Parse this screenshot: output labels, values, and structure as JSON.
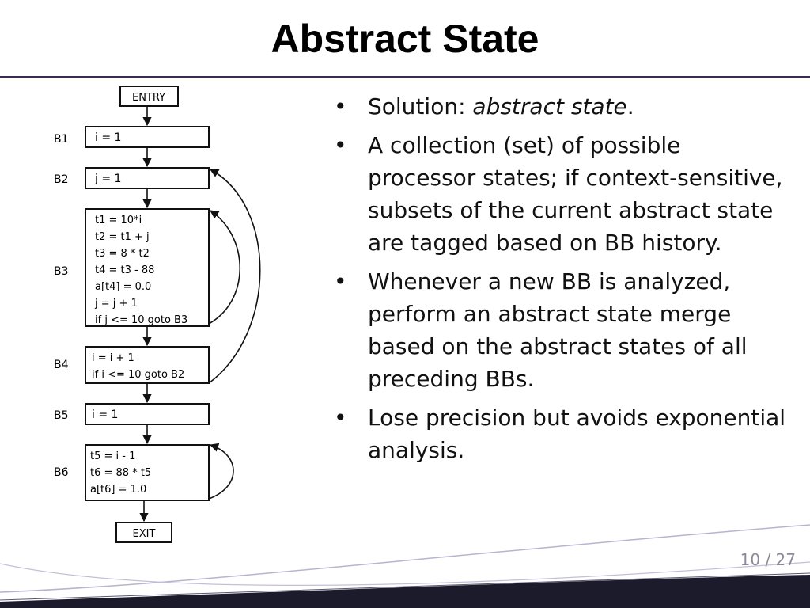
{
  "slide": {
    "title": "Abstract State",
    "page_current": "10",
    "page_sep": "/",
    "page_total": "27"
  },
  "cfg": {
    "entry": "ENTRY",
    "exit": "EXIT",
    "blocks": [
      {
        "label": "B1",
        "lines": [
          "i = 1"
        ]
      },
      {
        "label": "B2",
        "lines": [
          "j = 1"
        ]
      },
      {
        "label": "B3",
        "lines": [
          "t1 = 10*i",
          "t2 = t1 + j",
          "t3 = 8 * t2",
          "t4 = t3 - 88",
          "a[t4] = 0.0",
          "j = j + 1",
          "if j <= 10 goto B3"
        ]
      },
      {
        "label": "B4",
        "lines": [
          "i = i + 1",
          "if i <= 10 goto B2"
        ]
      },
      {
        "label": "B5",
        "lines": [
          "i = 1"
        ]
      },
      {
        "label": "B6",
        "lines": [
          "t5 = i - 1",
          "t6 = 88 * t5",
          "a[t6] = 1.0"
        ]
      }
    ]
  },
  "bullets": {
    "b1_prefix": "Solution: ",
    "b1_em": "abstract state",
    "b1_suffix": ".",
    "b2": "A collection (set) of possible processor states; if context-sensitive, subsets of the current abstract state are tagged based on BB history.",
    "b3": "Whenever a new BB is analyzed, perform an abstract state merge based on the abstract states of all preceding BBs.",
    "b4": "Lose precision but avoids exponential analysis."
  }
}
